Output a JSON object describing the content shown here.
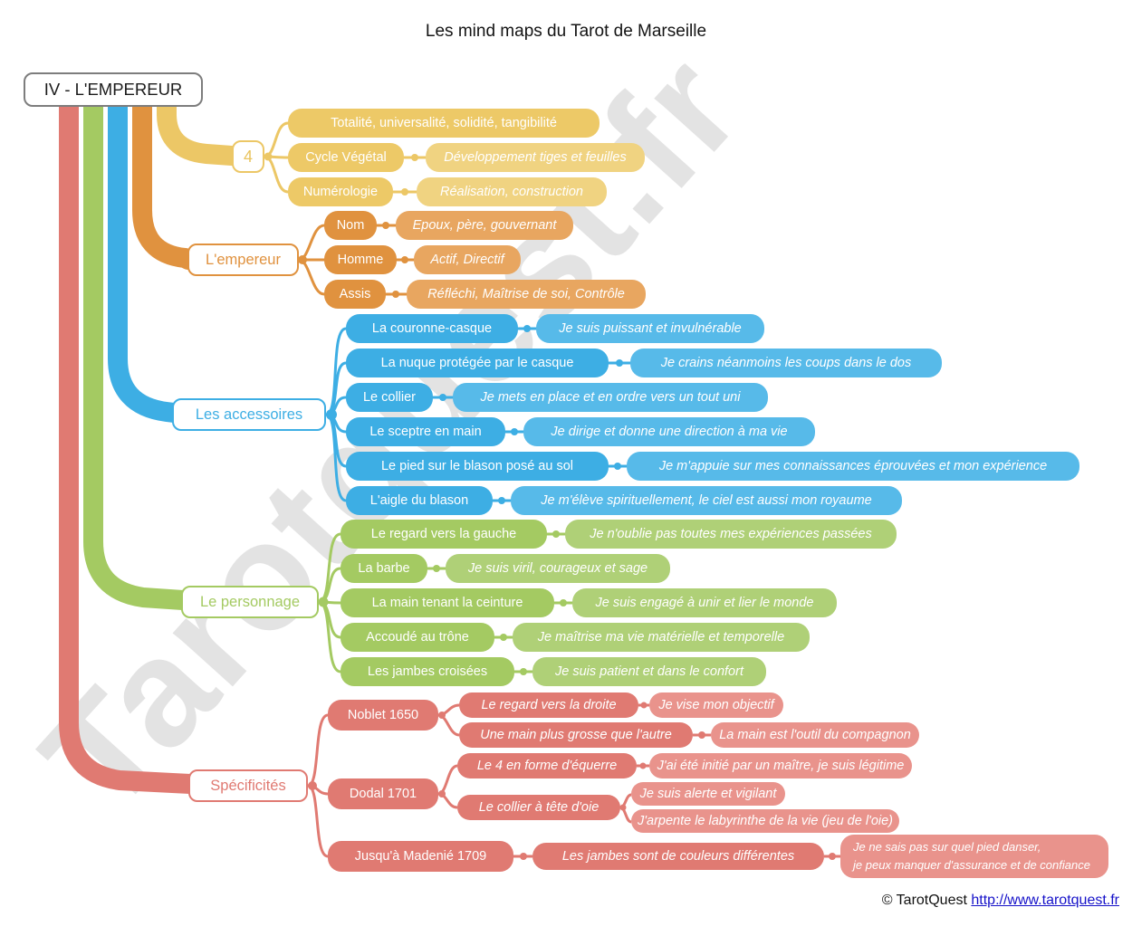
{
  "title": "Les mind maps du Tarot de Marseille",
  "root": "IV - L'EMPEREUR",
  "watermark": "Tarotquest.fr",
  "colors": {
    "yellow": "#EDC967",
    "yellow_light": "#F0D381",
    "orange": "#E0923F",
    "orange_light": "#E8A660",
    "blue": "#3DAEE4",
    "blue_light": "#57BAE9",
    "green": "#A4CA62",
    "green_light": "#AFD077",
    "red": "#E07A72",
    "red_light": "#E9938C"
  },
  "branches": [
    {
      "label": "4",
      "children": [
        {
          "label": "Totalité, universalité, solidité, tangibilité"
        },
        {
          "label": "Cycle Végétal",
          "note": "Développement tiges et feuilles"
        },
        {
          "label": "Numérologie",
          "note": "Réalisation, construction"
        }
      ]
    },
    {
      "label": "L'empereur",
      "children": [
        {
          "label": "Nom",
          "note": "Epoux, père, gouvernant"
        },
        {
          "label": "Homme",
          "note": "Actif, Directif"
        },
        {
          "label": "Assis",
          "note": "Réfléchi, Maîtrise de soi, Contrôle"
        }
      ]
    },
    {
      "label": "Les accessoires",
      "children": [
        {
          "label": "La couronne-casque",
          "note": "Je suis puissant et invulnérable"
        },
        {
          "label": "La nuque protégée par le casque",
          "note": "Je crains néanmoins les coups dans le dos"
        },
        {
          "label": "Le collier",
          "note": "Je mets en place et en ordre vers un tout uni"
        },
        {
          "label": "Le sceptre en main",
          "note": "Je dirige et donne une direction à ma vie"
        },
        {
          "label": "Le pied sur le blason posé au sol",
          "note": "Je m'appuie sur mes connaissances éprouvées et mon expérience"
        },
        {
          "label": "L'aigle du blason",
          "note": "Je m'élève spirituellement, le ciel est aussi mon royaume"
        }
      ]
    },
    {
      "label": "Le personnage",
      "children": [
        {
          "label": "Le regard vers la gauche",
          "note": "Je n'oublie pas toutes mes expériences passées"
        },
        {
          "label": "La barbe",
          "note": "Je suis viril, courageux et sage"
        },
        {
          "label": "La main tenant la ceinture",
          "note": "Je suis engagé à unir et lier le monde"
        },
        {
          "label": "Accoudé au trône",
          "note": "Je maîtrise ma vie matérielle et temporelle"
        },
        {
          "label": "Les jambes croisées",
          "note": "Je suis patient et dans le confort"
        }
      ]
    },
    {
      "label": "Spécificités",
      "children": [
        {
          "label": "Noblet 1650",
          "children": [
            {
              "label": "Le regard vers la droite",
              "note": "Je vise mon objectif"
            },
            {
              "label": "Une main plus grosse que l'autre",
              "note": "La main est l'outil du compagnon"
            }
          ]
        },
        {
          "label": "Dodal 1701",
          "children": [
            {
              "label": "Le 4 en forme d'équerre",
              "note": "J'ai été initié par un maître, je suis légitime"
            },
            {
              "label": "Le collier à tête d'oie",
              "notes": [
                "Je suis alerte et vigilant",
                "J'arpente le labyrinthe de la vie (jeu de l'oie)"
              ]
            }
          ]
        },
        {
          "label": "Jusqu'à Madenié 1709",
          "children": [
            {
              "label": "Les jambes sont de couleurs différentes",
              "note_lines": [
                "Je ne sais pas sur quel pied danser,",
                "je peux manquer d'assurance et de confiance"
              ]
            }
          ]
        }
      ]
    }
  ],
  "footer": {
    "copyright": "© TarotQuest",
    "url": "http://www.tarotquest.fr"
  }
}
